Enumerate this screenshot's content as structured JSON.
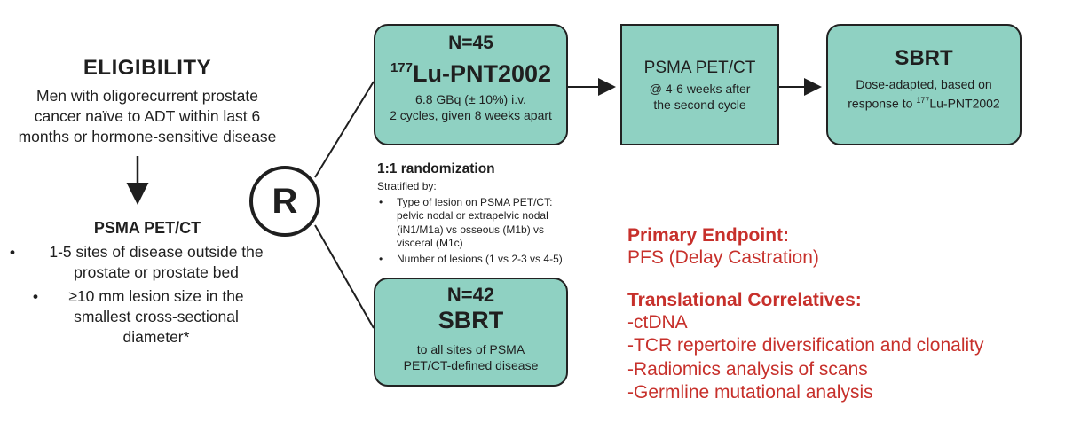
{
  "eligibility": {
    "title": "ELIGIBILITY",
    "lines": [
      "Men with oligorecurrent prostate",
      "cancer naïve to ADT within last 6",
      "months or hormone-sensitive disease"
    ]
  },
  "screening": {
    "title": "PSMA PET/CT",
    "bullet_symbol": "•",
    "bullets": [
      [
        "1-5 sites of disease outside the",
        "prostate or prostate bed"
      ],
      [
        "≥10 mm lesion size in the",
        "smallest cross-sectional",
        "diameter*"
      ]
    ]
  },
  "randomize": {
    "symbol": "R",
    "title": "1:1 randomization",
    "stratified_label": "Stratified by:",
    "bullet_symbol": "•",
    "factors": [
      [
        "Type of lesion on PSMA PET/CT:",
        "pelvic nodal or extrapelvic nodal",
        "(iN1/M1a) vs osseous (M1b) vs",
        "visceral (M1c)"
      ],
      [
        "Number of lesions (1 vs 2-3 vs 4-5)"
      ]
    ]
  },
  "arm_lu": {
    "n": "N=45",
    "drug_sup": "177",
    "drug": "Lu-PNT2002",
    "dose": "6.8 GBq (± 10%) i.v.",
    "schedule": "2 cycles, given 8 weeks apart"
  },
  "psma_followup": {
    "title": "PSMA PET/CT",
    "line1": "@ 4-6 weeks after",
    "line2": "the second cycle"
  },
  "sbrt_followup": {
    "title": "SBRT",
    "line1": "Dose-adapted, based on",
    "line2_pre": "response to ",
    "line2_sup": "177",
    "line2_post": "Lu-PNT2002"
  },
  "arm_sbrt": {
    "n": "N=42",
    "title": "SBRT",
    "line1": "to all sites of PSMA",
    "line2": "PET/CT-defined disease"
  },
  "endpoints": {
    "primary_heading": "Primary Endpoint:",
    "primary_value": "PFS (Delay Castration)",
    "translational_heading": "Translational Correlatives:",
    "translational_items": [
      "-ctDNA",
      "-TCR repertoire diversification and clonality",
      "-Radiomics analysis of scans",
      "-Germline mutational analysis"
    ]
  },
  "colors": {
    "box_fill": "#8fd1c2",
    "accent_red": "#c7302b",
    "line": "#1f1f1f"
  }
}
